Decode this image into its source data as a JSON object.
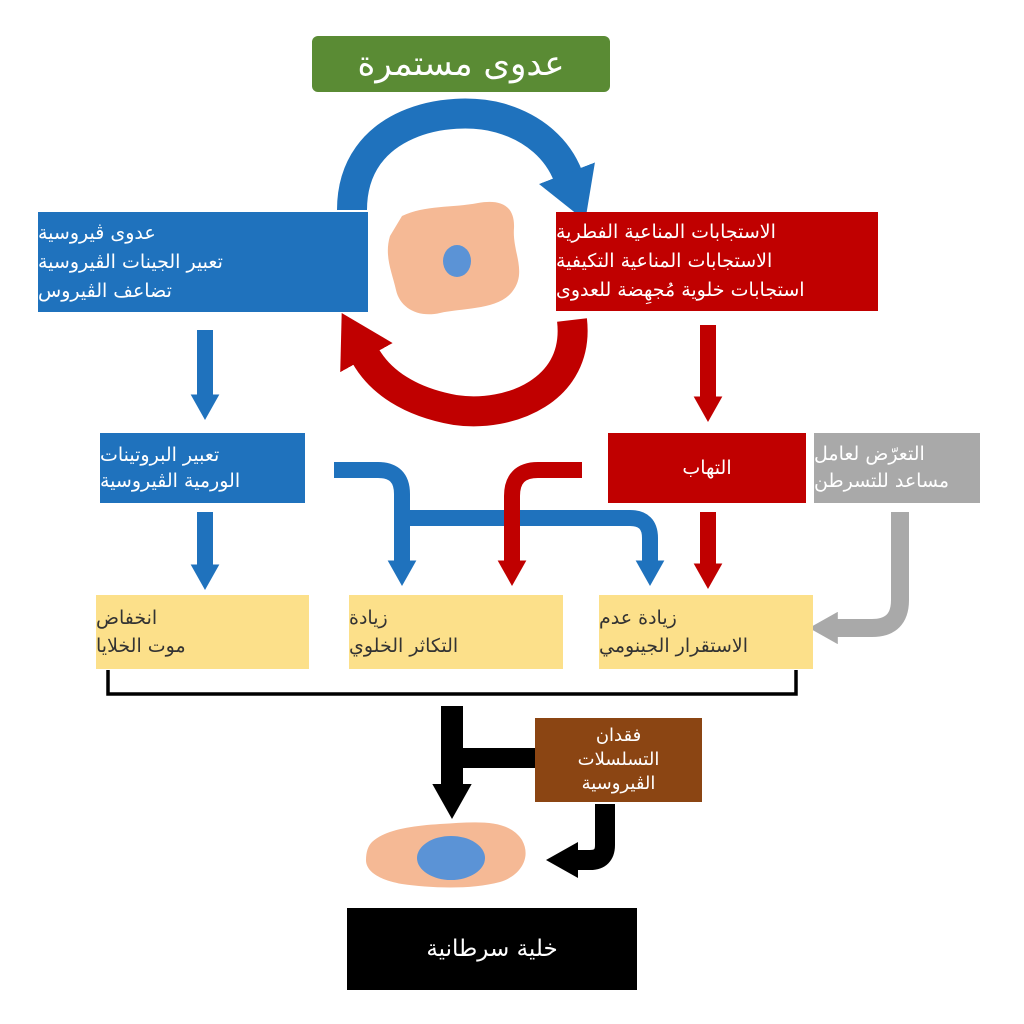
{
  "title": "عدوى مستمرة",
  "viral_box": {
    "lines": [
      "عدوى ڤيروسية",
      "تعبير الجينات الڤيروسية",
      "تضاعف الڤيروس"
    ]
  },
  "immune_box": {
    "lines": [
      "الاستجابات المناعية الفطرية",
      "الاستجابات المناعية التكيفية",
      "استجابات خلوية مُجهِضة للعدوى"
    ]
  },
  "oncoprotein_box": {
    "lines": [
      "تعبير البروتينات",
      "الورمية الڤيروسية"
    ]
  },
  "inflammation_box": {
    "label": "التهاب"
  },
  "carcinogen_box": {
    "lines": [
      "التعرّض لعامل",
      "مساعد للتسرطن"
    ]
  },
  "outcomes": {
    "apoptosis": [
      "انخفاض",
      "موت الخلايا"
    ],
    "proliferation": [
      "زيادة",
      "التكاثر الخلوي"
    ],
    "instability": [
      "زيادة عدم",
      "الاستقرار الجينومي"
    ]
  },
  "loss_box": {
    "lines": [
      "فقدان",
      "التسلسلات",
      "الڤيروسية"
    ]
  },
  "cancer_box": {
    "label": "خلية سرطانية"
  },
  "colors": {
    "blue": "#1f72bd",
    "red": "#c00000",
    "green": "#5a8b34",
    "yellow": "#fce08a",
    "gray": "#a9a9a9",
    "brown": "#8b4513",
    "black": "#000000",
    "cell": "#f5b995",
    "nucleus": "#5b93d6"
  }
}
